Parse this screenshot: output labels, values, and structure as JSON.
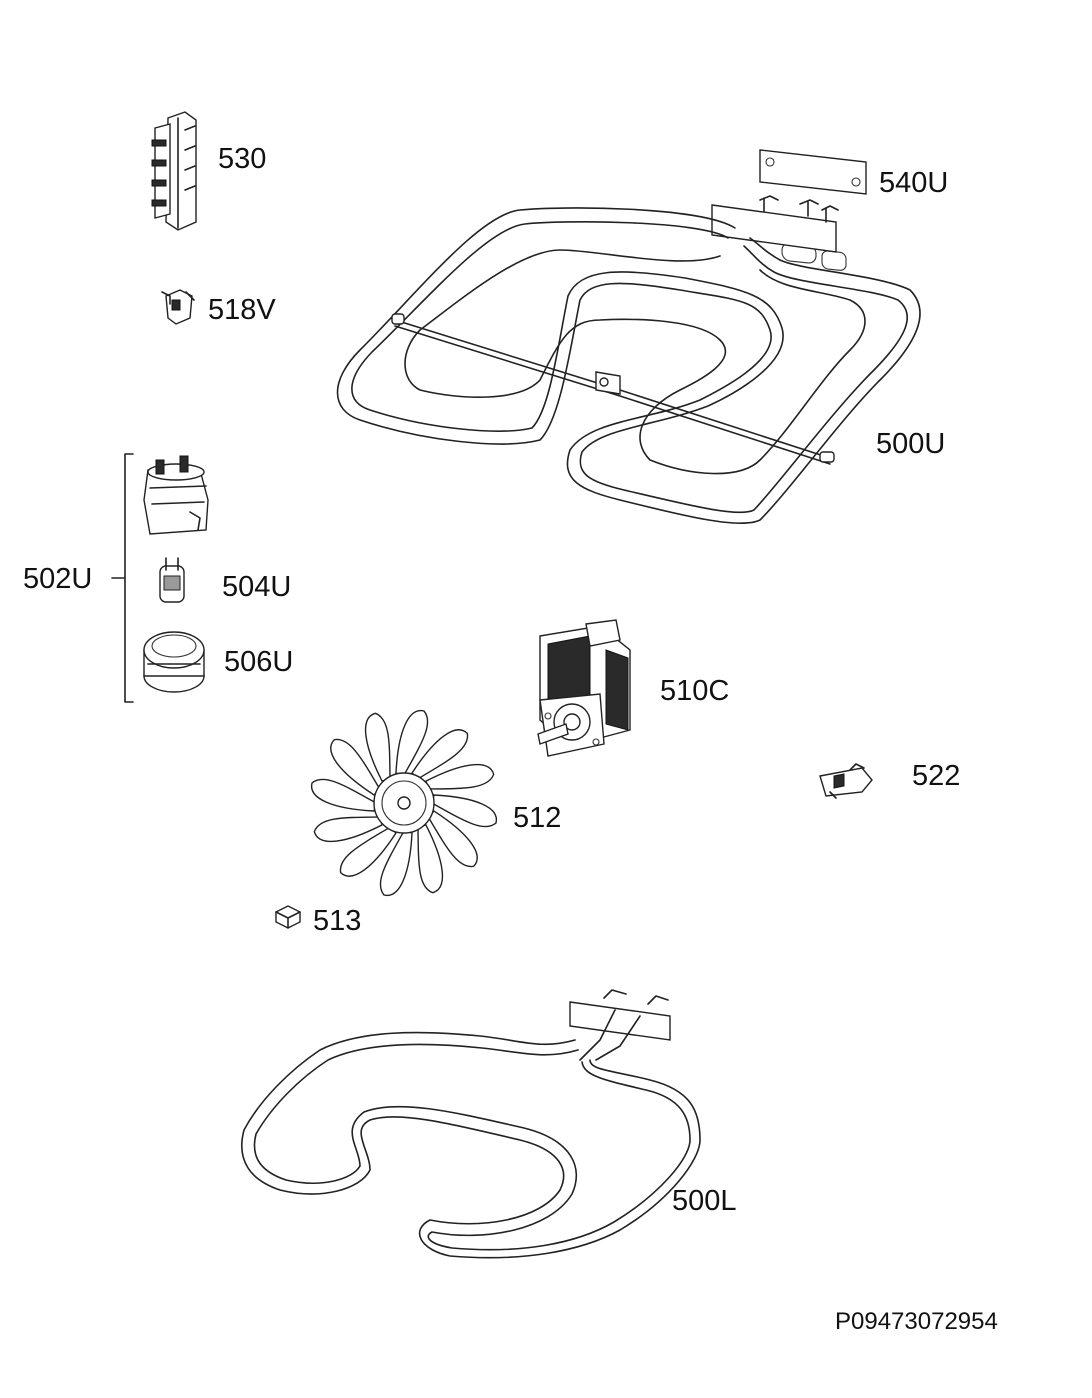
{
  "parts": [
    {
      "id": "530",
      "label": "530"
    },
    {
      "id": "518V",
      "label": "518V"
    },
    {
      "id": "540U",
      "label": "540U"
    },
    {
      "id": "500U",
      "label": "500U"
    },
    {
      "id": "502U",
      "label": "502U"
    },
    {
      "id": "504U",
      "label": "504U"
    },
    {
      "id": "506U",
      "label": "506U"
    },
    {
      "id": "510C",
      "label": "510C"
    },
    {
      "id": "522",
      "label": "522"
    },
    {
      "id": "512",
      "label": "512"
    },
    {
      "id": "513",
      "label": "513"
    },
    {
      "id": "500L",
      "label": "500L"
    }
  ],
  "document_code": "P09473072954"
}
